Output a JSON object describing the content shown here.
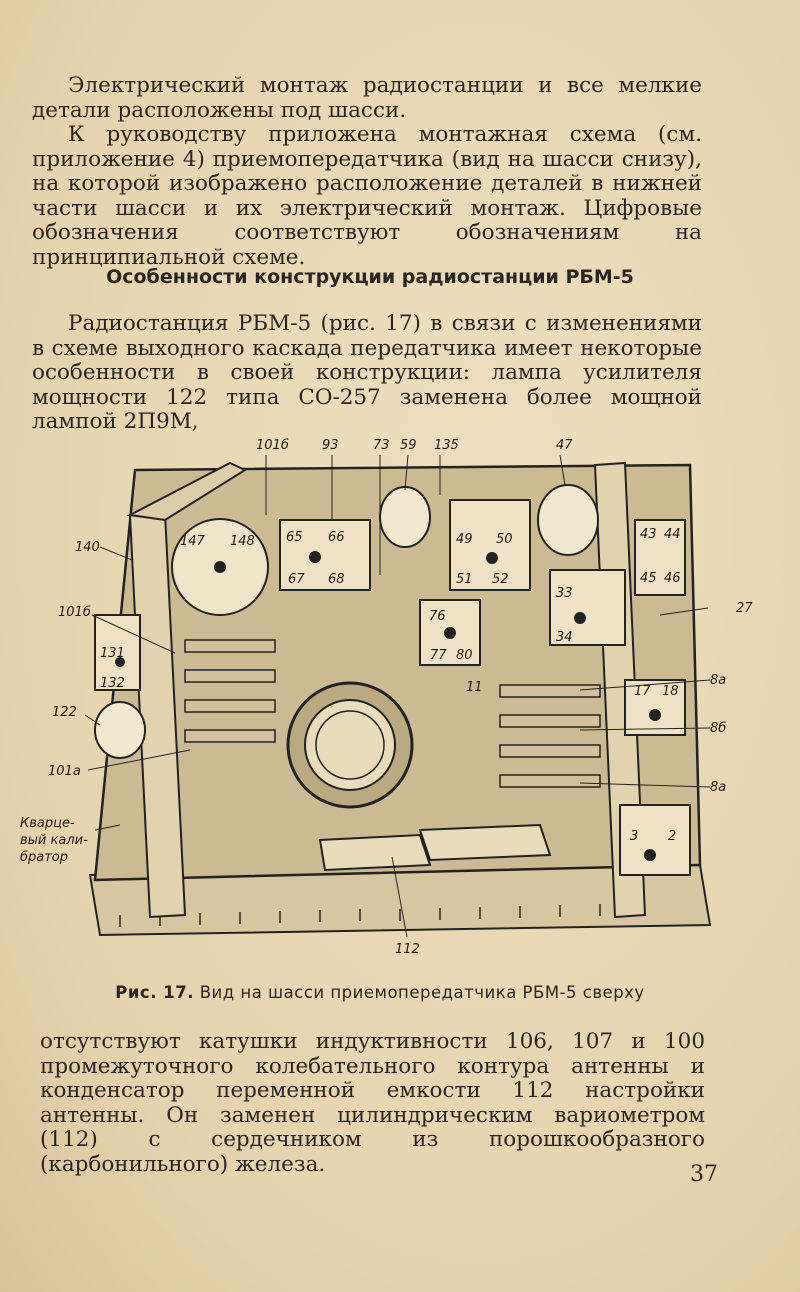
{
  "paragraph_1": "Электрический монтаж радиостанции и все мелкие детали расположены под шасси.",
  "paragraph_2": "К руководству приложена монтажная схема (см. приложение 4) приемопередатчика (вид на шасси снизу), на которой изображено расположение деталей в нижней части шасси и их электрический монтаж. Цифровые обозначения соответствуют обозначениям на принципиальной схеме.",
  "section_heading": "Особенности конструкции радиостанции РБМ-5",
  "paragraph_3": "Радиостанция РБМ-5 (рис. 17) в связи с изменениями в схеме выходного каскада передатчика имеет некоторые особенности в своей конструкции: лампа усилителя мощности 122 типа СО-257 заменена более мощной лампой 2П9М,",
  "figure": {
    "top_labels": [
      "101б",
      "93",
      "73",
      "59",
      "135",
      "47"
    ],
    "left_labels": [
      "140",
      "101б",
      "122",
      "101а"
    ],
    "crystal_label_1": "Кварце-",
    "crystal_label_2": "вый кали-",
    "crystal_label_3": "братор",
    "right_labels": [
      "27",
      "8а",
      "8б",
      "8а"
    ],
    "bottom_label": "112",
    "part_labels": [
      "147",
      "148",
      "65",
      "66",
      "67",
      "68",
      "49",
      "50",
      "51",
      "52",
      "43",
      "44",
      "45",
      "46",
      "33",
      "34",
      "76",
      "77",
      "80",
      "11",
      "131",
      "132",
      "17",
      "18",
      "3",
      "2"
    ]
  },
  "caption_label": "Рис. 17.",
  "caption_text": "Вид на шасси приемопередатчика РБМ-5 сверху",
  "paragraph_4": "отсутствуют катушки индуктивности 106, 107 и 100 промежуточного колебательного контура антенны и конденсатор переменной емкости 112 настройки антенны. Он заменен цилиндрическим вариометром (112) с сердечником из порошкообразного (карбонильного) железа.",
  "page_number": "37"
}
